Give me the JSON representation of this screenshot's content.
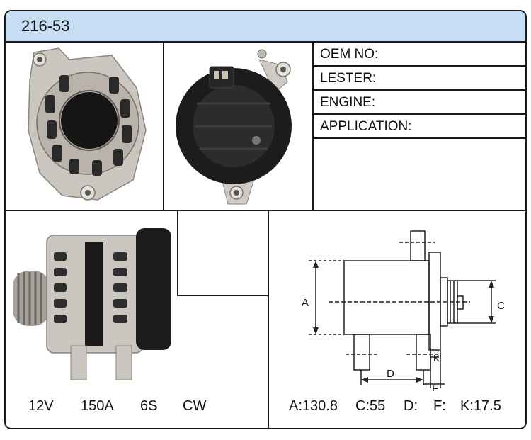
{
  "header": {
    "model": "216-53"
  },
  "specs": {
    "oem_no": "OEM NO:",
    "lester": "LESTER:",
    "engine": "ENGINE:",
    "application": "APPLICATION:"
  },
  "electrical": {
    "voltage": "12V",
    "amperage": "150A",
    "pulley": "6S",
    "rotation": "CW"
  },
  "dimensions": {
    "a": "A:130.8",
    "c": "C:55",
    "d": "D:",
    "f": "F:",
    "k": "K:17.5"
  },
  "diagram_labels": {
    "a": "A",
    "c": "C",
    "d": "D",
    "f": "F",
    "k": "K"
  },
  "colors": {
    "header_bg": "#c5def3",
    "border": "#1a1a1a",
    "metal": "#c9c4be",
    "plastic": "#1c1c1c"
  }
}
